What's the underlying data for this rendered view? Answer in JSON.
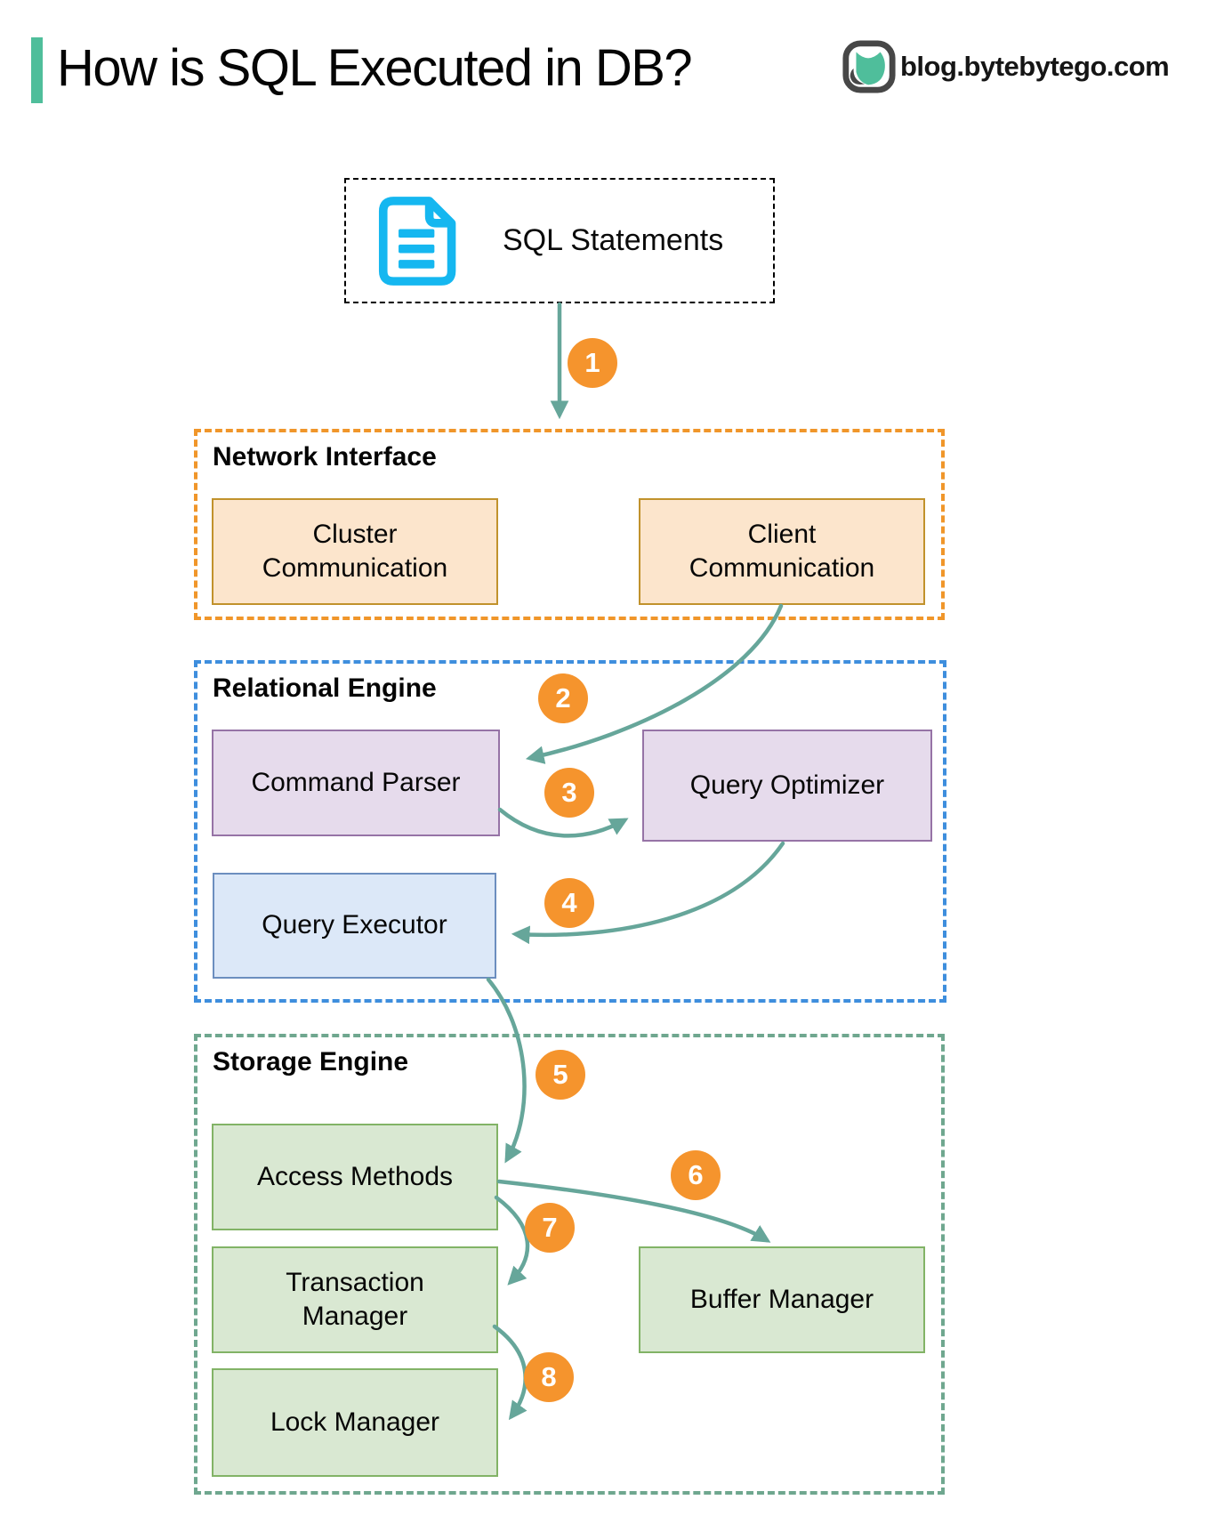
{
  "page": {
    "title": "How is SQL Executed in DB?",
    "brand": "blog.bytebytego.com"
  },
  "diagram": {
    "input": {
      "label": "SQL Statements",
      "icon": "document-icon"
    },
    "groups": [
      {
        "id": "network-interface",
        "title": "Network Interface",
        "nodes": [
          {
            "id": "cluster-communication",
            "label": "Cluster Communication"
          },
          {
            "id": "client-communication",
            "label": "Client Communication"
          }
        ]
      },
      {
        "id": "relational-engine",
        "title": "Relational Engine",
        "nodes": [
          {
            "id": "command-parser",
            "label": "Command Parser"
          },
          {
            "id": "query-optimizer",
            "label": "Query Optimizer"
          },
          {
            "id": "query-executor",
            "label": "Query Executor"
          }
        ]
      },
      {
        "id": "storage-engine",
        "title": "Storage Engine",
        "nodes": [
          {
            "id": "access-methods",
            "label": "Access Methods"
          },
          {
            "id": "transaction-manager",
            "label": "Transaction Manager"
          },
          {
            "id": "lock-manager",
            "label": "Lock Manager"
          },
          {
            "id": "buffer-manager",
            "label": "Buffer Manager"
          }
        ]
      }
    ],
    "steps": [
      "1",
      "2",
      "3",
      "4",
      "5",
      "6",
      "7",
      "8"
    ]
  },
  "colors": {
    "accent-teal": "#4FBE9B",
    "arrow": "#66A69A",
    "step-fill": "#F5942D",
    "network-border": "#F0962A",
    "network-box-fill": "#FCE5CC",
    "network-box-stroke": "#C1922C",
    "relational-border": "#3E8EDD",
    "purple-fill": "#E6DBEC",
    "purple-stroke": "#9673A6",
    "blue-fill": "#DCE8F8",
    "blue-stroke": "#6C8EBF",
    "storage-border": "#6FA78F",
    "green-fill": "#D9E8D2",
    "green-stroke": "#82B366",
    "doc-icon": "#15B7F0",
    "sql-box-border": "#000000"
  }
}
